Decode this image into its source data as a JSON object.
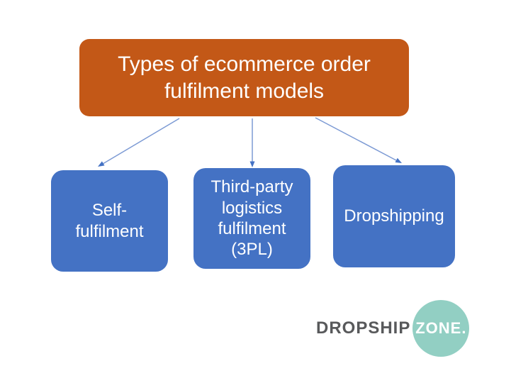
{
  "slide": {
    "title": "Types of ecommerce order\nfulfilment models",
    "nodes": [
      {
        "name": "self-fulfilment",
        "label": "Self-\nfulfilment"
      },
      {
        "name": "third-party-logistics-fulfilment-3pl",
        "label": "Third-party\nlogistics\nfulfilment\n(3PL)"
      },
      {
        "name": "dropshipping",
        "label": "Dropshipping"
      }
    ],
    "colors": {
      "root_box": "#C35817",
      "node_box": "#4472C4",
      "arrow_line": "#7C9AD4",
      "arrow_head": "#4472C4",
      "box_text": "#FFFFFF",
      "background": "#FFFFFF"
    }
  },
  "logo": {
    "wordmark": "DROPSHIP",
    "badge": "ZONE.",
    "colors": {
      "wordmark_text": "#58595B",
      "badge_circle": "#92CFC3",
      "badge_text": "#FFFFFF"
    }
  }
}
